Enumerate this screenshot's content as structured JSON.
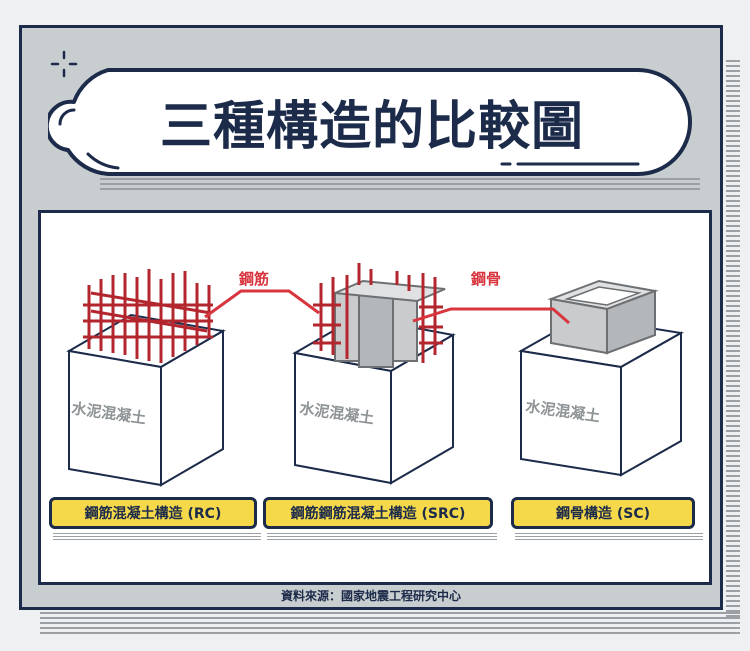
{
  "title": "三種構造的比較圖",
  "diagrams": [
    {
      "concrete_label": "水泥混凝土",
      "caption": "鋼筋混凝土構造 (RC)"
    },
    {
      "concrete_label": "水泥混凝土",
      "caption": "鋼筋鋼筋混凝土構造 (SRC)"
    },
    {
      "concrete_label": "水泥混凝土",
      "caption": "鋼骨構造 (SC)"
    }
  ],
  "callouts": {
    "rebar": "鋼筋",
    "steel": "鋼骨"
  },
  "source": "資料來源：國家地震工程研究中心",
  "colors": {
    "navy": "#1c2b4a",
    "yellow": "#f6d94a",
    "red": "#d8353f",
    "gray": "#c8cdcf"
  }
}
